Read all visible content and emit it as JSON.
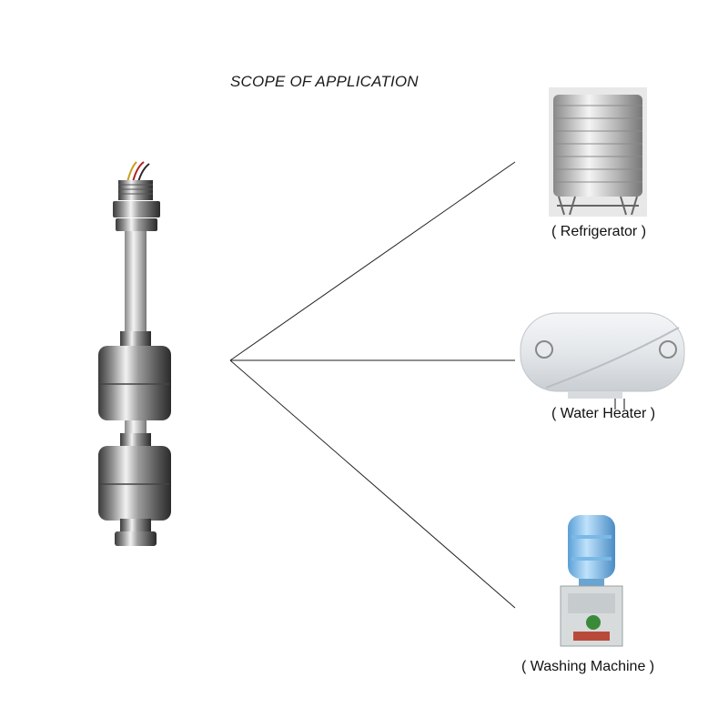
{
  "title": "SCOPE OF APPLICATION",
  "product": {
    "icon": "float-level-switch-icon"
  },
  "applications": [
    {
      "label": "( Refrigerator )",
      "icon": "stainless-water-tank-icon"
    },
    {
      "label": "( Water Heater )",
      "icon": "water-heater-icon"
    },
    {
      "label": "( Washing Machine )",
      "icon": "water-dispenser-icon"
    }
  ]
}
